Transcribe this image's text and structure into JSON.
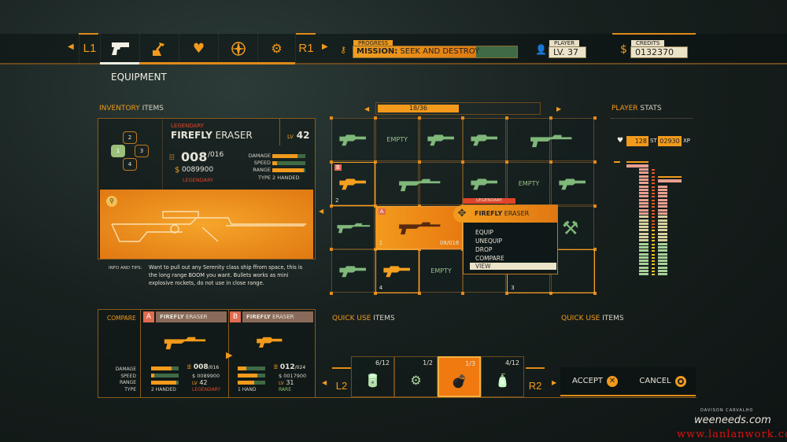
{
  "nav": {
    "l1": "L1",
    "r1": "R1",
    "tabs": [
      {
        "id": "weapons",
        "icon": "pistol-icon"
      },
      {
        "id": "crafting",
        "icon": "hammer-icon"
      },
      {
        "id": "health",
        "icon": "heart-icon"
      },
      {
        "id": "map",
        "icon": "compass-icon"
      },
      {
        "id": "settings",
        "icon": "gear-icon"
      }
    ],
    "section": "EQUIPMENT"
  },
  "progress": {
    "label": "PROGRESS",
    "mission_prefix": "MISSION:",
    "mission": "SEEK AND DESTROY",
    "percent": 75
  },
  "player": {
    "label": "PLAYER",
    "level": "LV. 37"
  },
  "credits": {
    "label": "CREDITS",
    "symbol": "$",
    "value": "0132370"
  },
  "inventory": {
    "title_a": "INVENTORY",
    "title_b": "ITEMS",
    "slots": [
      "1",
      "2",
      "3",
      "4"
    ],
    "item": {
      "rarity": "LEGENDARY",
      "name_a": "FIREFLY",
      "name_b": "ERASER",
      "lv_label": "LV",
      "lv": "42",
      "ammo": "008",
      "ammo_max": "/016",
      "price_symbol": "$",
      "price": "0089900",
      "rarity2": "LEGENDARY",
      "stats": [
        {
          "label": "DAMAGE",
          "value": 0.75
        },
        {
          "label": "SPEED",
          "value": 0.15
        },
        {
          "label": "RANGE",
          "value": 0.95
        }
      ],
      "type_label": "TYPE",
      "type": "2 HANDED"
    },
    "tips_label": "INFO AND TIPS:",
    "tips": "Want to pull out any Serenity class ship ffrom space, this is the long range BOOM you want. Bullets works as mini explosive rockets, do not use in close range."
  },
  "grid": {
    "page": "18/36",
    "empty": "EMPTY",
    "slot_a": "A",
    "slot_b": "B",
    "slot1": "1",
    "slot2": "2",
    "slot3": "3",
    "slot4": "4",
    "ammo_a": "08/016"
  },
  "context_menu": {
    "tag": "LEGENDARY",
    "title_a": "FIREFLY",
    "title_b": "ERASER",
    "items": [
      "EQUIP",
      "UNEQUIP",
      "DROP",
      "COMPARE",
      "VIEW"
    ],
    "selected": "VIEW"
  },
  "player_stats": {
    "title_a": "PLAYER",
    "title_b": "STATS",
    "hp": "128",
    "st_label": "ST",
    "xp": "02930",
    "xp_label": "XP"
  },
  "compare": {
    "title": "COMPARE",
    "labels": [
      "DAMAGE",
      "SPEED",
      "RANGE",
      "TYPE"
    ],
    "a": {
      "badge": "A",
      "name_a": "FIREFLY",
      "name_b": "ERASER",
      "stats": [
        0.75,
        0.12,
        0.9
      ],
      "ammo": "008",
      "ammo_max": "/016",
      "price": "$ 0089900",
      "lv_label": "LV",
      "lv": "42",
      "type": "2 HANDED",
      "rarity": "LEGENDARY"
    },
    "b": {
      "badge": "B",
      "name_a": "FIREFLY",
      "name_b": "ERASER",
      "stats": [
        0.3,
        0.7,
        0.6
      ],
      "ammo": "012",
      "ammo_max": "/024",
      "price": "$ 0017900",
      "lv_label": "LV",
      "lv": "31",
      "type": "1 HAND",
      "rarity": "RARE"
    }
  },
  "quick_use": {
    "title_a": "QUICK USE",
    "title_b": "ITEMS",
    "l2": "L2",
    "r2": "R2",
    "slots": [
      "6/12",
      "1/2",
      "1/3",
      "4/12"
    ]
  },
  "actions": {
    "accept": "ACCEPT",
    "cancel": "CANCEL"
  },
  "credit_line": {
    "author": "DAVISON CARVALHO",
    "logo": "weeneeds.com"
  },
  "watermark": "www.lanlanwork.com",
  "colors": {
    "accent": "#f29a1c",
    "green": "#7fb87a",
    "legendary": "#e0452a",
    "rare": "#8cc06a"
  }
}
